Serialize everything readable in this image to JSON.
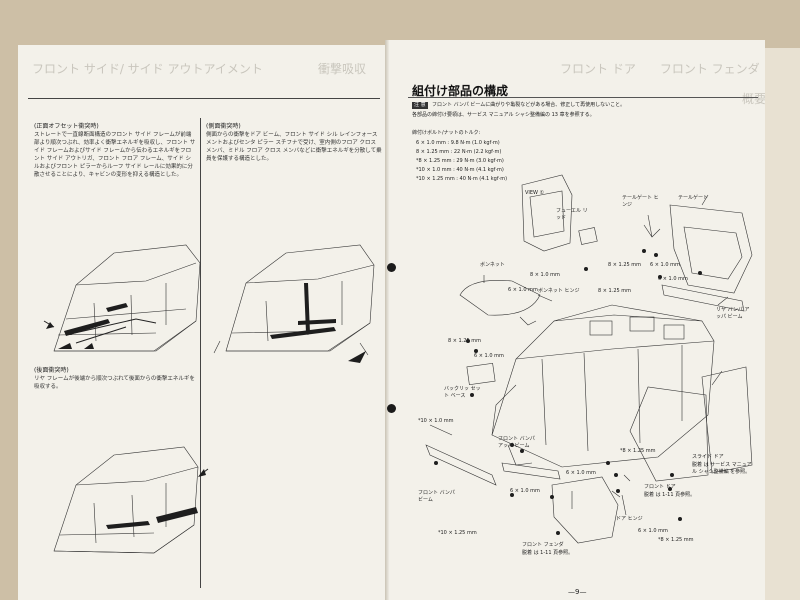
{
  "left_page": {
    "header_ghost": "フロント サイド/ サイド アウトアイメント",
    "header_ghost_right": "衝撃吸収",
    "sections": [
      {
        "title": "(正面オフセット衝突時)",
        "body": "ストレートで一直線断面構造のフロント サイド フレームが前端部より順次つぶれ、効率よく衝撃エネルギを吸収し、フロント サイド フレームおよびサイド フレームから伝わるエネルギをフロント サイド アウトリガ、フロント フロア フレーム、サイド シルおよびフロント ピラーからルーフ サイド レールに効果的に分散させることにより、キャビンの変形を抑える構造とした。"
      },
      {
        "title": "(側面衝突時)",
        "body": "側面からの衝撃をドア ビーム、フロント サイド シル レインフォースメントおよびセンタ ピラー スチフナで受け、室内側のフロア クロス メンバ、ミドル フロア クロス メンバなどに衝撃エネルギを分散して乗員を保護する構造とした。"
      },
      {
        "title": "(後面衝突時)",
        "body": "リヤ フレームが後端から順次つぶれて後面からの衝撃エネルギを吸収する。"
      }
    ]
  },
  "right_page": {
    "header_ghost": "フロント ドア　　フロント フェンダ",
    "header_ghost_right": "概要",
    "title": "組付け部品の構成",
    "badge": "注 意",
    "notice_line1": "フロント バンパ ビームに曲がりや亀裂などがある場合、修正して再使用しないこと。",
    "notice_line2": "各部品の締付け要領は、サービス マニュアル シャシ整備編の 13 章を参照する。",
    "torque_title": "締付けボルト/ナットのトルク:",
    "torque_specs": [
      "6 × 1.0 mm : 9.8 N·m (1.0 kgf·m)",
      "8 × 1.25 mm : 22 N·m (2.2 kgf·m)",
      "*8 × 1.25 mm : 29 N·m (3.0 kgf·m)",
      "*10 × 1.0 mm : 40 N·m (4.1 kgf·m)",
      "*10 × 1.25 mm : 40 N·m (4.1 kgf·m)"
    ],
    "labels": {
      "view": "VIEW ①",
      "fuel_lid": "フューエル リッド",
      "tailgate_hinge": "テールゲート ヒンジ",
      "tailgate": "テールゲート",
      "bonnet": "ボンネット",
      "bonnet_hinge": "ボンネット ヒンジ",
      "rear_bumper_beam": "リヤ バンパ アッパ ビーム",
      "backup_set_base": "バックリッ セット ベース",
      "front_bumper_upper_beam": "フロント バンパ アッパ ビーム",
      "front_bumper_beam": "フロント バンパ ビーム",
      "front_fender": "フロント フェンダ",
      "front_fender_note": "脱着 は 1-11 頁参照。",
      "door_hinge": "ドア ヒンジ",
      "front_door": "フロント ドア",
      "front_door_note": "脱着 は 1-11 頁参照。",
      "slide_door": "スライド ドア",
      "slide_door_note": "脱着 は サービス マニュアル シャシ整備編 を参照。",
      "b1": "8 × 1.0 mm",
      "b2": "6 × 1.0 mm",
      "b3": "8 × 1.25 mm",
      "b4": "6 × 1.0 mm",
      "b5": "8 × 1.25 mm",
      "b6": "6 × 1.0 mm",
      "b7": "*10 × 1.0 mm",
      "b8": "6 × 1.0 mm",
      "b9": "6 × 1.0 mm",
      "b10": "*8 × 1.25 mm",
      "b11": "*10 × 1.25 mm",
      "b12": "6 × 1.0 mm",
      "b13": "*8 × 1.25 mm",
      "b14": "8 × 1.25 mm",
      "b15": "6 × 1.0 mm"
    },
    "page_number": "—9—"
  }
}
